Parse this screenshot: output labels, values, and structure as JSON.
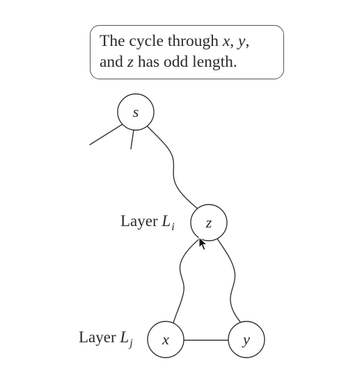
{
  "callout": {
    "line1_text": "The cycle through ",
    "line1_var1": "x",
    "line1_sep": ", ",
    "line1_var2": "y",
    "line1_end": ",",
    "line2_text": "and ",
    "line2_var": "z",
    "line2_end": " has odd length."
  },
  "nodes": {
    "s": "s",
    "z": "z",
    "x": "x",
    "y": "y"
  },
  "layers": {
    "li_prefix": "Layer ",
    "li_letter": "L",
    "li_sub": "i",
    "lj_prefix": "Layer ",
    "lj_letter": "L",
    "lj_sub": "j"
  },
  "icons": {
    "cursor": "mouse-pointer-icon"
  }
}
